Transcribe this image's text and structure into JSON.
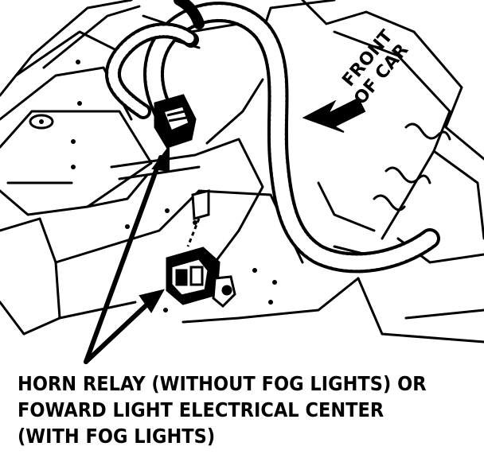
{
  "diagram": {
    "direction_label": {
      "line1": "FRONT",
      "line2": "OF CAR"
    },
    "caption": {
      "line1": "HORN RELAY (WITHOUT FOG LIGHTS) OR",
      "line2": "FOWARD LIGHT ELECTRICAL CENTER",
      "line3": "(WITH FOG LIGHTS)"
    },
    "colors": {
      "ink": "#000000",
      "paper": "#ffffff"
    }
  }
}
